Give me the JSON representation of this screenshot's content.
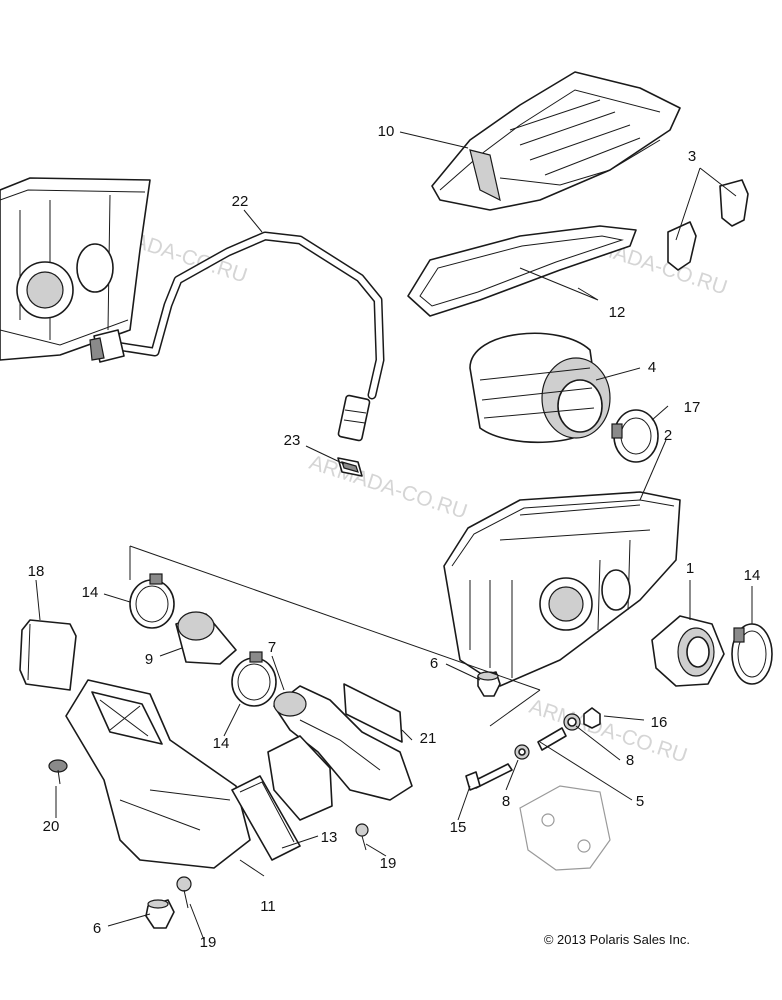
{
  "watermark": "ARMADA-CO.RU",
  "copyright": "© 2013 Polaris Sales Inc.",
  "callouts": [
    "10",
    "3",
    "22",
    "12",
    "4",
    "17",
    "23",
    "2",
    "18",
    "14",
    "1",
    "14",
    "9",
    "7",
    "6",
    "16",
    "14",
    "21",
    "8",
    "20",
    "8",
    "5",
    "15",
    "13",
    "19",
    "11",
    "6",
    "19"
  ]
}
